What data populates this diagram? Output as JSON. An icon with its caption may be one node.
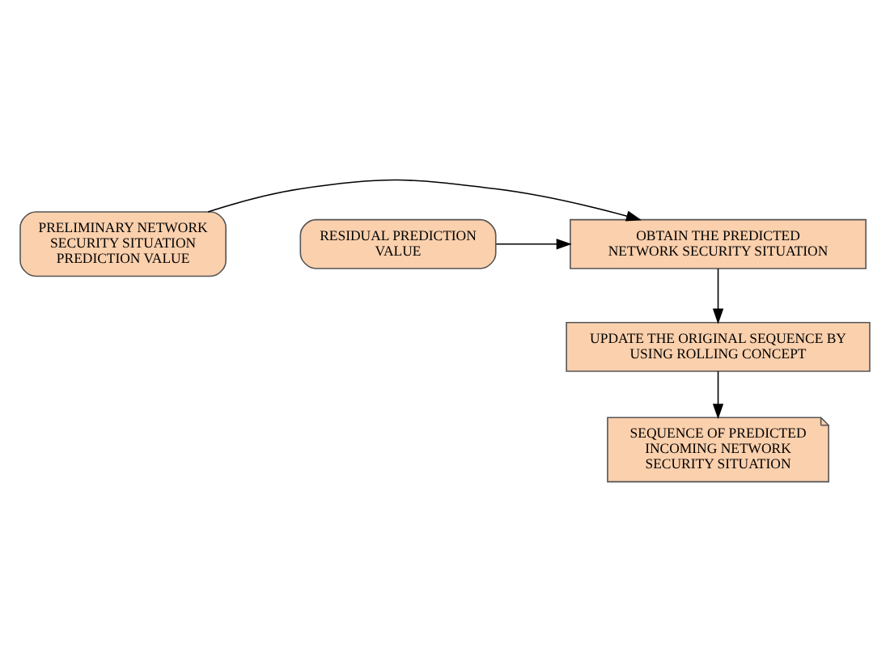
{
  "diagram": {
    "nodes": [
      {
        "text": [
          "OBTAIN THE PREDICTED NETWORK SECURITY SITUATION"
        ]
      },
      {
        "text": [
          "PRELIMINARY NETWORK SECURITY SITUATION PREDICTION VALUE"
        ]
      },
      {
        "text": [
          "RESIDUAL PREDICTION VALUE"
        ]
      },
      {
        "text": [
          "UPDATE THE ORIGINAL SEQUENCE BY USING ROLLING CONCEPT"
        ]
      },
      {
        "text": [
          "SEQUENCE OF PREDICTED INCOMING NETWORK SECURITY SITUATION"
        ]
      }
    ],
    "edges": [
      {
        "from": 1,
        "to": 0,
        "arrow": "to"
      },
      {
        "from": 2,
        "to": 0,
        "arrow": "to"
      },
      {
        "from": 0,
        "to": 3,
        "arrow": "to"
      },
      {
        "from": 3,
        "to": 4,
        "arrow": "to"
      }
    ]
  }
}
